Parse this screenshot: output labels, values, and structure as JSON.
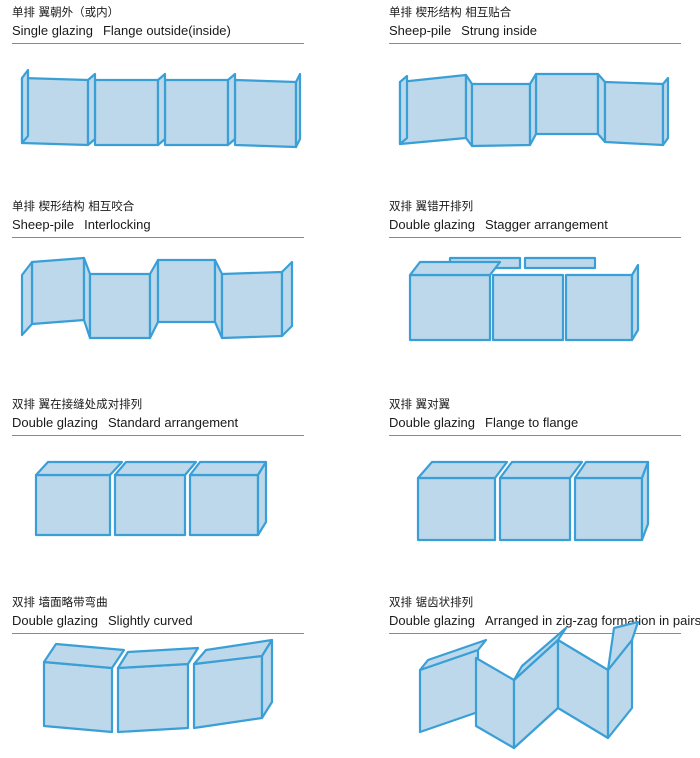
{
  "colors": {
    "stroke": "#3a9fd6",
    "fill": "#bcd8ea",
    "rule": "#8a8a8a"
  },
  "items": [
    {
      "cn": "单排 翼朝外（或内）",
      "en_a": "Single glazing",
      "en_b": "Flange outside(inside)"
    },
    {
      "cn": "单排 楔形结构 相互贴合",
      "en_a": "Sheep-pile",
      "en_b": "Strung inside"
    },
    {
      "cn": "单排 楔形结构 相互咬合",
      "en_a": "Sheep-pile",
      "en_b": "Interlocking"
    },
    {
      "cn": "双排 翼错开排列",
      "en_a": "Double glazing",
      "en_b": "Stagger arrangement"
    },
    {
      "cn": "双排 翼在接缝处成对排列",
      "en_a": "Double glazing",
      "en_b": "Standard arrangement"
    },
    {
      "cn": "双排 翼对翼",
      "en_a": "Double glazing",
      "en_b": "Flange to flange"
    },
    {
      "cn": "双排 墙面略带弯曲",
      "en_a": "Double glazing",
      "en_b": "Slightly curved"
    },
    {
      "cn": "双排 锯齿状排列",
      "en_a": "Double glazing",
      "en_b": "Arranged in zig-zag formation in pairs"
    }
  ]
}
